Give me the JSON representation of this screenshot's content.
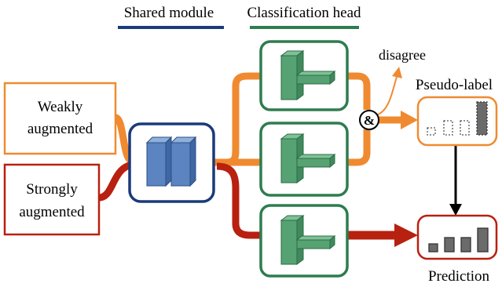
{
  "legend": {
    "shared_module": "Shared module",
    "classification_head": "Classification head"
  },
  "inputs": {
    "weak_line1": "Weakly",
    "weak_line2": "augmented",
    "strong_line1": "Strongly",
    "strong_line2": "augmented"
  },
  "labels": {
    "disagree": "disagree",
    "combine_symbol": "&",
    "pseudo_label": "Pseudo-label",
    "prediction": "Prediction"
  },
  "colors": {
    "blue": "#1a3a7a",
    "green": "#2e7d4f",
    "orange": "#f08a30",
    "red": "#b8200f",
    "module_blue": "#5b84c0",
    "head_green": "#4f9b6c",
    "bar_gray": "#6b6b6b"
  },
  "icons": {
    "shared_module": "stacked-blocks-icon",
    "classification_head": "classifier-head-icon",
    "pseudo_label_chart": "dashed-bar-chart-icon",
    "prediction_chart": "bar-chart-icon"
  }
}
